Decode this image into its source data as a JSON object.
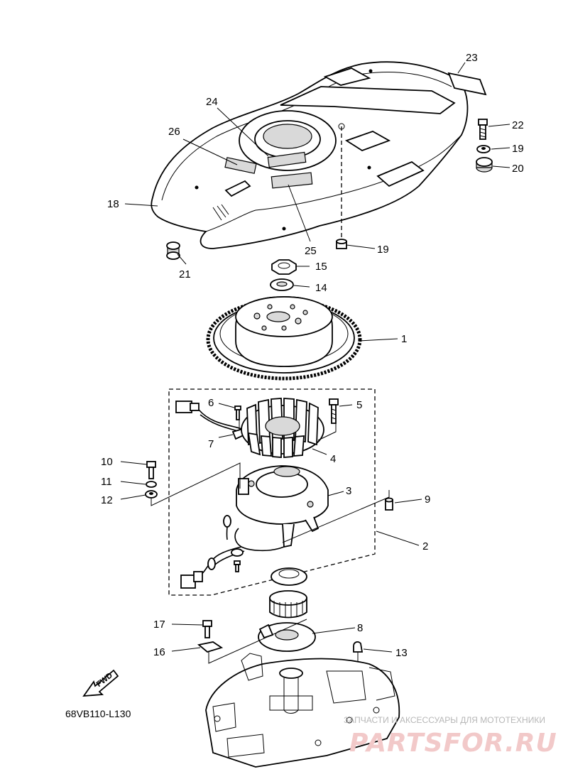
{
  "diagram_code": "68VB110-L130",
  "fwd_label": "FWD",
  "watermark": {
    "line1": "ЗАПЧАСТИ И АКСЕССУАРЫ ДЛЯ МОТОТЕХНИКИ",
    "line2": "PARTSFOR.RU"
  },
  "callouts": {
    "c1": "1",
    "c2": "2",
    "c3": "3",
    "c4": "4",
    "c5": "5",
    "c6": "6",
    "c7": "7",
    "c8": "8",
    "c9": "9",
    "c10": "10",
    "c11": "11",
    "c12": "12",
    "c13": "13",
    "c14": "14",
    "c15": "15",
    "c16": "16",
    "c17": "17",
    "c18": "18",
    "c19a": "19",
    "c19b": "19",
    "c20": "20",
    "c21": "21",
    "c22": "22",
    "c23": "23",
    "c24": "24",
    "c25": "25",
    "c26": "26"
  }
}
